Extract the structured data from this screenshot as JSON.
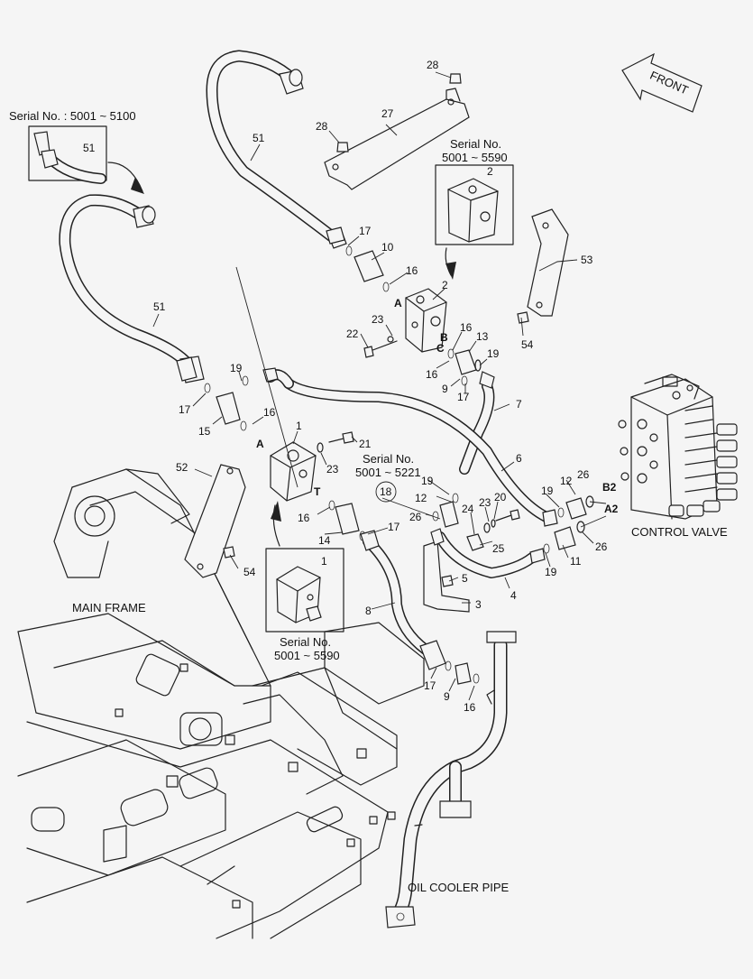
{
  "captions": {
    "serial_top_left": "Serial No. : 5001 ~ 5100",
    "serial_top_right_line1": "Serial No.",
    "serial_top_right_line2": "5001 ~ 5590",
    "serial_mid_line1": "Serial No.",
    "serial_mid_line2": "5001 ~ 5221",
    "serial_bottom_line1": "Serial No.",
    "serial_bottom_line2": "5001 ~ 5590",
    "front": "FRONT",
    "control_valve": "CONTROL VALVE",
    "main_frame": "MAIN FRAME",
    "oil_cooler_pipe": "OIL COOLER PIPE"
  },
  "port_labels": {
    "a_upper": "A",
    "b": "B",
    "c": "C",
    "a_lower": "A",
    "t": "T",
    "b2": "B2",
    "a2": "A2"
  },
  "callouts": {
    "n28a": "28",
    "n27": "27",
    "n28b": "28",
    "n51a": "51",
    "n2a": "2",
    "n17a": "17",
    "n10": "10",
    "n16a": "16",
    "n53": "53",
    "n2b": "2",
    "n23a": "23",
    "n22": "22",
    "n16b": "16",
    "n13": "13",
    "n19a": "19",
    "n54a": "54",
    "n16c": "16",
    "n9a": "9",
    "n17b": "17",
    "n7": "7",
    "n51b": "51",
    "n51c": "51",
    "n19b": "19",
    "n17c": "17",
    "n15": "15",
    "n16d": "16",
    "n1a": "1",
    "n21": "21",
    "n23b": "23",
    "n6": "6",
    "n52": "52",
    "n19c": "19",
    "n12a": "12",
    "n26a": "26",
    "n19d": "19",
    "n12b": "12",
    "n18": "18",
    "n20": "20",
    "n23c": "23",
    "n24": "24",
    "n26b": "26",
    "n16e": "16",
    "n17d": "17",
    "n14": "14",
    "n25": "25",
    "n26c": "26",
    "n11": "11",
    "n19e": "19",
    "n54b": "54",
    "n5": "5",
    "n1b": "1",
    "n4": "4",
    "n3": "3",
    "n8": "8",
    "n17e": "17",
    "n9b": "9",
    "n16f": "16"
  }
}
